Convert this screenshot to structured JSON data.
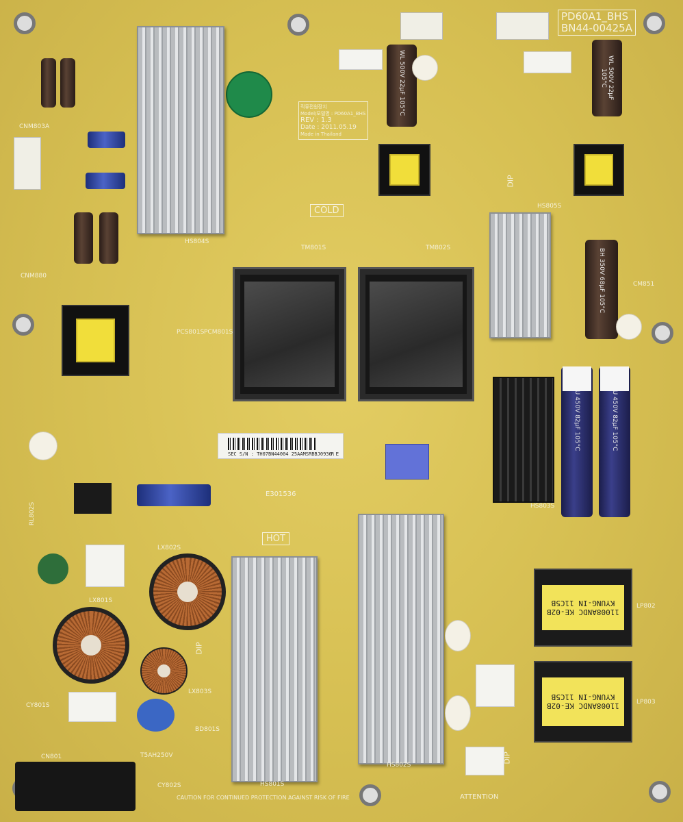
{
  "board": {
    "model": "PD60A1_BHS",
    "part_number": "BN44-00425A",
    "colors": {
      "pcb": "#d6bf52",
      "silkscreen": "#f4f0d8",
      "heatsink": "#c4c7ca"
    }
  },
  "model_label": {
    "title": "직류전원장치",
    "model": "Model/모델명 : PD60A1_BHS",
    "rev": "REV : 1.3",
    "date": "Date : 2011.05.19",
    "made_in": "Made in Thailand"
  },
  "serial_sticker": {
    "text": "SEC S/N : TH07BN44004 25AAMSRBBJ0936",
    "suffix": "R E"
  },
  "zones": {
    "cold": "COLD",
    "hot": "HOT",
    "dip_1": "DIP",
    "dip_2": "DIP",
    "dip_3": "DIP"
  },
  "heatsinks": {
    "hs804s": "HS804S",
    "hs805s": "HS805S",
    "hs803s": "HS803S",
    "hs801s": "HS801S",
    "hs802s": "HS802S"
  },
  "inductors": {
    "lp802": {
      "ref": "LP802",
      "line1": "11008ANDC KE-02B",
      "line2": "KYUNG-IN 11C5B"
    },
    "lp803": {
      "ref": "LP803",
      "line1": "11008ANDC KE-02B",
      "line2": "KYUNG-IN 11C5B"
    }
  },
  "capacitors": {
    "big_1": "LU 450V 82µF 105°C",
    "big_2": "LU 450V 82µF 105°C",
    "cm851": "BH 350V 68µF 105°C",
    "c9254": "WL 500V 22µF 105°C",
    "c9155": "WL 500V 22µF 105°C"
  },
  "silk_labels": {
    "cnm803a": "CNM803A",
    "cnm880": "CNM880",
    "tm801s": "TM801S",
    "tm802s": "TM802S",
    "cm851": "CM851",
    "pcs801s": "PCS801S",
    "pcm801s": "PCM801S",
    "lx801s": "LX801S",
    "lx802s": "LX802S",
    "lx803s": "LX803S",
    "cy801s": "CY801S",
    "cy802s": "CY802S",
    "bd801s": "BD801S",
    "rl802s": "RL802S",
    "cn801": "CN801",
    "e301536": "E301536",
    "attention": "ATTENTION",
    "caution": "CAUTION FOR CONTINUED PROTECTION AGAINST RISK OF FIRE",
    "fuse": "T5AH250V"
  }
}
